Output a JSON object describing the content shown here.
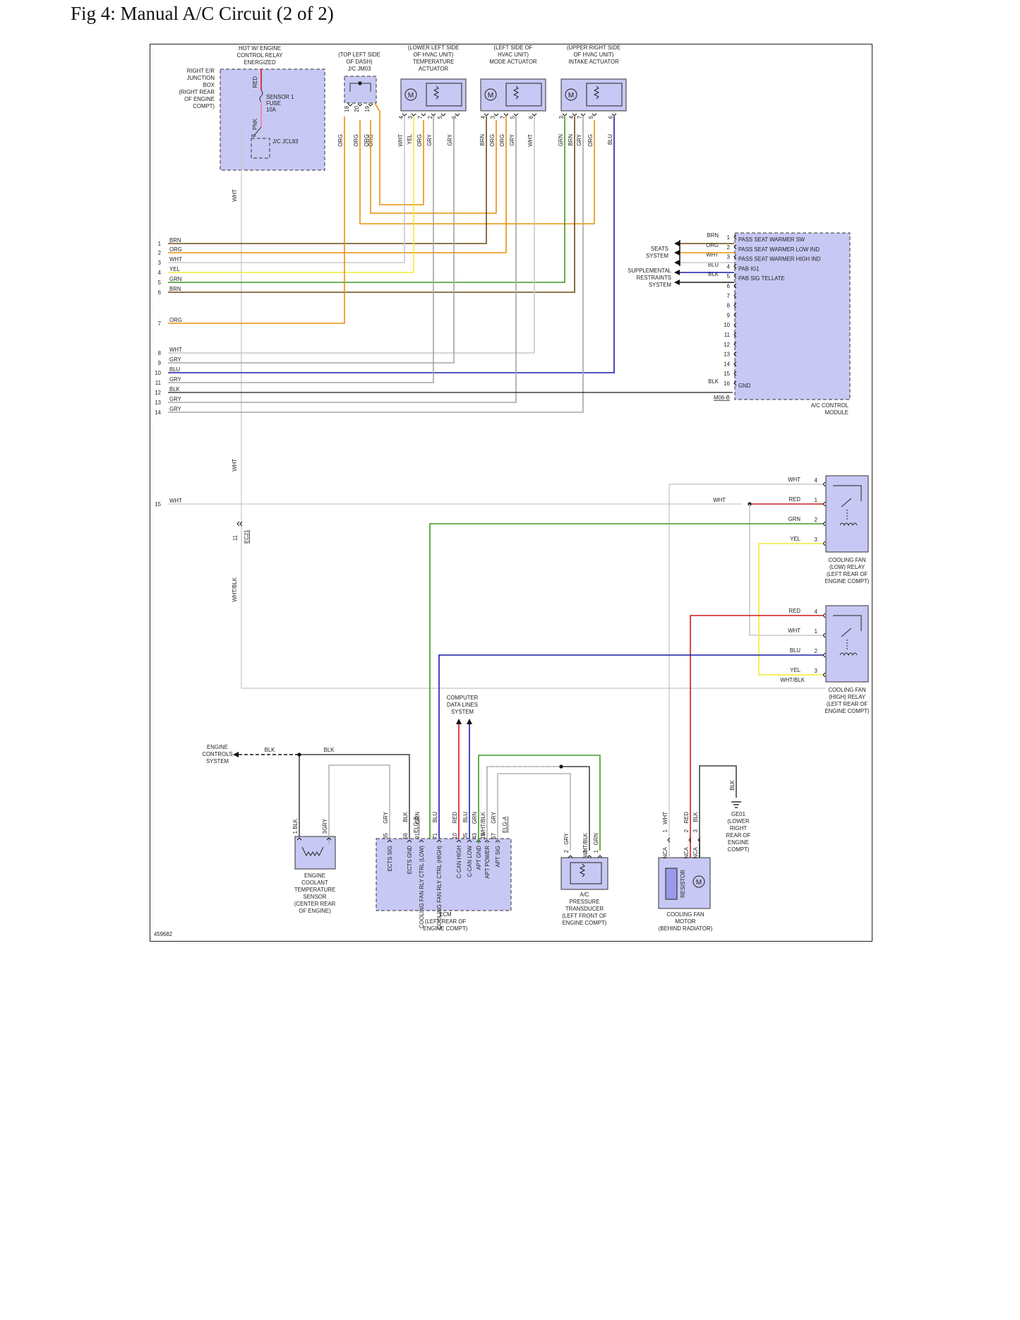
{
  "title": "Fig 4: Manual A/C Circuit (2 of 2)",
  "figure_id": "459682",
  "wire_colors": {
    "BRN": "#6b4a10",
    "ORG": "#e8900a",
    "WHT": "#c8c8c8",
    "YEL": "#f2ea3a",
    "GRN": "#3d9a20",
    "GRY": "#a5a5a5",
    "BLU": "#1a1aa8",
    "BLK": "#1a1a1a",
    "RED": "#d01818",
    "PNK": "#f080a0",
    "WHT/BLK": "#9a9a9a"
  },
  "component_fill": "#c8c8f4",
  "junction_box": {
    "header": [
      "HOT W/ ENGINE",
      "CONTROL RELAY",
      "ENERGIZED"
    ],
    "name": [
      "RIGHT E/R",
      "JUNCTION",
      "BOX",
      "(RIGHT REAR",
      "OF ENGINE",
      "COMPT)"
    ],
    "fuse": [
      "SENSOR 1",
      "FUSE",
      "10A"
    ],
    "connector": "J/C JCL83",
    "wires": [
      "RED",
      "PNK",
      "WHT"
    ],
    "pin": "8"
  },
  "jc_jm03": {
    "name": [
      "(TOP LEFT SIDE",
      "OF DASH)",
      "J/C JM03"
    ],
    "pins": [
      "18",
      "20",
      "19"
    ],
    "wires": [
      "ORG",
      "ORG",
      "ORG",
      "ORG"
    ]
  },
  "temp_actuator": {
    "name": [
      "(LOWER LEFT SIDE",
      "OF HVAC UNIT)",
      "TEMPERATURE",
      "ACTUATOR"
    ],
    "pins": [
      "4",
      "3",
      "7",
      "2",
      "5",
      "6"
    ],
    "wires": [
      "WHT",
      "YEL",
      "ORG",
      "GRY",
      "GRY"
    ]
  },
  "mode_actuator": {
    "name": [
      "(LEFT SIDE OF",
      "HVAC UNIT)",
      "MODE ACTUATOR"
    ],
    "pins": [
      "4",
      "3",
      "7",
      "5",
      "6"
    ],
    "wires": [
      "BRN",
      "ORG",
      "ORG",
      "GRY",
      "WHT"
    ]
  },
  "intake_actuator": {
    "name": [
      "(UPPER RIGHT SIDE",
      "OF HVAC UNIT)",
      "INTAKE ACTUATOR"
    ],
    "pins": [
      "3",
      "4",
      "7",
      "5",
      "6"
    ],
    "wires": [
      "GRN",
      "BRN",
      "GRY",
      "ORG",
      "BLU"
    ]
  },
  "left_rows": [
    {
      "n": "1",
      "c": "BRN"
    },
    {
      "n": "2",
      "c": "ORG"
    },
    {
      "n": "3",
      "c": "WHT"
    },
    {
      "n": "4",
      "c": "YEL"
    },
    {
      "n": "5",
      "c": "GRN"
    },
    {
      "n": "6",
      "c": "BRN"
    },
    {
      "n": "7",
      "c": "ORG"
    },
    {
      "n": "8",
      "c": "WHT"
    },
    {
      "n": "9",
      "c": "GRY"
    },
    {
      "n": "10",
      "c": "BLU"
    },
    {
      "n": "11",
      "c": "GRY"
    },
    {
      "n": "12",
      "c": "BLK"
    },
    {
      "n": "13",
      "c": "GRY"
    },
    {
      "n": "14",
      "c": "GRY"
    },
    {
      "n": "15",
      "c": "WHT"
    }
  ],
  "ac_module": {
    "name": [
      "A/C CONTROL",
      "MODULE"
    ],
    "pins": [
      {
        "n": "1",
        "c": "BRN",
        "f": "PASS SEAT WARMER SW"
      },
      {
        "n": "2",
        "c": "ORG",
        "f": "PASS SEAT WARMER LOW IND"
      },
      {
        "n": "3",
        "c": "WHT",
        "f": "PASS SEAT WARMER HIGH IND"
      },
      {
        "n": "4",
        "c": "BLU",
        "f": "PAB IG1"
      },
      {
        "n": "5",
        "c": "BLK",
        "f": "PAB SIG TELLATE"
      },
      {
        "n": "6",
        "c": "",
        "f": ""
      },
      {
        "n": "7",
        "c": "",
        "f": ""
      },
      {
        "n": "8",
        "c": "",
        "f": ""
      },
      {
        "n": "9",
        "c": "",
        "f": ""
      },
      {
        "n": "10",
        "c": "",
        "f": ""
      },
      {
        "n": "11",
        "c": "",
        "f": ""
      },
      {
        "n": "12",
        "c": "",
        "f": ""
      },
      {
        "n": "13",
        "c": "",
        "f": ""
      },
      {
        "n": "14",
        "c": "",
        "f": ""
      },
      {
        "n": "15",
        "c": "",
        "f": ""
      },
      {
        "n": "16",
        "c": "BLK",
        "f": "GND"
      }
    ],
    "connector": "M06-B",
    "seats_system": [
      "SEATS",
      "SYSTEM"
    ],
    "srs_system": [
      "SUPPLEMENTAL",
      "RESTRAINTS",
      "SYSTEM"
    ]
  },
  "low_relay": {
    "name": [
      "COOLING FAN",
      "(LOW) RELAY",
      "(LEFT REAR OF",
      "ENGINE COMPT)"
    ],
    "pins": [
      {
        "n": "4",
        "c": "WHT"
      },
      {
        "n": "1",
        "c": "RED"
      },
      {
        "n": "2",
        "c": "GRN"
      },
      {
        "n": "3",
        "c": "YEL"
      }
    ],
    "splice_wire": "WHT"
  },
  "high_relay": {
    "name": [
      "COOLING FAN",
      "(HIGH) RELAY",
      "(LEFT REAR OF",
      "ENGINE COMPT)"
    ],
    "pins": [
      {
        "n": "4",
        "c": "RED"
      },
      {
        "n": "1",
        "c": "WHT"
      },
      {
        "n": "2",
        "c": "BLU"
      },
      {
        "n": "3",
        "c": "YEL"
      }
    ],
    "extra_wire": "WHT/BLK"
  },
  "left_vertical": {
    "wire_top": "WHT",
    "wire_mid": "WHT",
    "wire_low": "WHT/BLK",
    "connector": "EC21",
    "pin": "11"
  },
  "data_lines": [
    "COMPUTER",
    "DATA LINES",
    "SYSTEM"
  ],
  "engine_controls": {
    "name": [
      "ENGINE",
      "CONTROLS",
      "SYSTEM"
    ],
    "wires": [
      "BLK",
      "BLK"
    ]
  },
  "ects_sensor": {
    "name": [
      "ENGINE",
      "COOLANT",
      "TEMPERATURE",
      "SENSOR",
      "(CENTER REAR",
      "OF ENGINE)"
    ],
    "pins": [
      {
        "n": "1",
        "c": "BLK"
      },
      {
        "n": "3",
        "c": "GRY"
      }
    ]
  },
  "ecm": {
    "name": [
      "ECM",
      "(LEFT REAR OF",
      "ENGINE COMPT)"
    ],
    "connector_b": "ELG-B",
    "connector_a": "ELG-A",
    "pins": [
      {
        "n": "35",
        "c": "GRY",
        "f": "ECTS SIG"
      },
      {
        "n": "56",
        "c": "BLK",
        "f": "ECTS GND"
      },
      {
        "n": "91",
        "c": "GRN",
        "f": "COOLING FAN RLY CTRL (LOW)"
      },
      {
        "n": "71",
        "c": "BLU",
        "f": "COOLING FAN RLY CTRL (HIGH)"
      },
      {
        "n": "10",
        "c": "RED",
        "f": "C-CAN HIGH"
      },
      {
        "n": "35",
        "c": "BLU",
        "f": "C-CAN LOW"
      },
      {
        "n": "43",
        "c": "GRN",
        "f": "APT GND"
      },
      {
        "n": "15",
        "c": "WHT/BLK",
        "f": "APT POWER"
      },
      {
        "n": "67",
        "c": "GRY",
        "f": "APT SIG"
      }
    ]
  },
  "pressure_transducer": {
    "name": [
      "A/C",
      "PRESSURE",
      "TRANSDUCER",
      "(LEFT FRONT OF",
      "ENGINE COMPT)"
    ],
    "pins": [
      {
        "n": "2",
        "c": "GRY"
      },
      {
        "n": "3",
        "c": "WHT/BLK"
      },
      {
        "n": "1",
        "c": "GRN"
      }
    ]
  },
  "fan_motor": {
    "name": [
      "COOLING FAN",
      "MOTOR",
      "(BEHIND RADIATOR)"
    ],
    "resistor": "RESISTOR",
    "pins": [
      {
        "n": "1",
        "c": "WHT",
        "k": "NCA"
      },
      {
        "n": "2",
        "c": "RED",
        "k": "NCA"
      },
      {
        "n": "3",
        "c": "BLK",
        "k": "NCA"
      }
    ]
  },
  "ground": {
    "name": [
      "GE01",
      "(LOWER",
      "RIGHT",
      "REAR OF",
      "ENGINE",
      "COMPT)"
    ],
    "wire": "BLK"
  }
}
